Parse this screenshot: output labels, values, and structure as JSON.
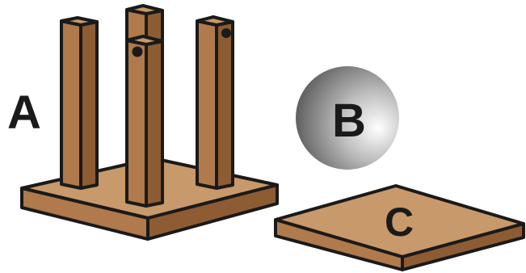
{
  "labels": {
    "a": "A",
    "b": "B",
    "c": "C"
  },
  "colors": {
    "wood_top": "#c8996a",
    "wood_front": "#b07a4c",
    "wood_side": "#8e5c33",
    "outline": "#1a1a1a",
    "sphere_light": "#ffffff",
    "sphere_dark": "#5a5a5a"
  }
}
